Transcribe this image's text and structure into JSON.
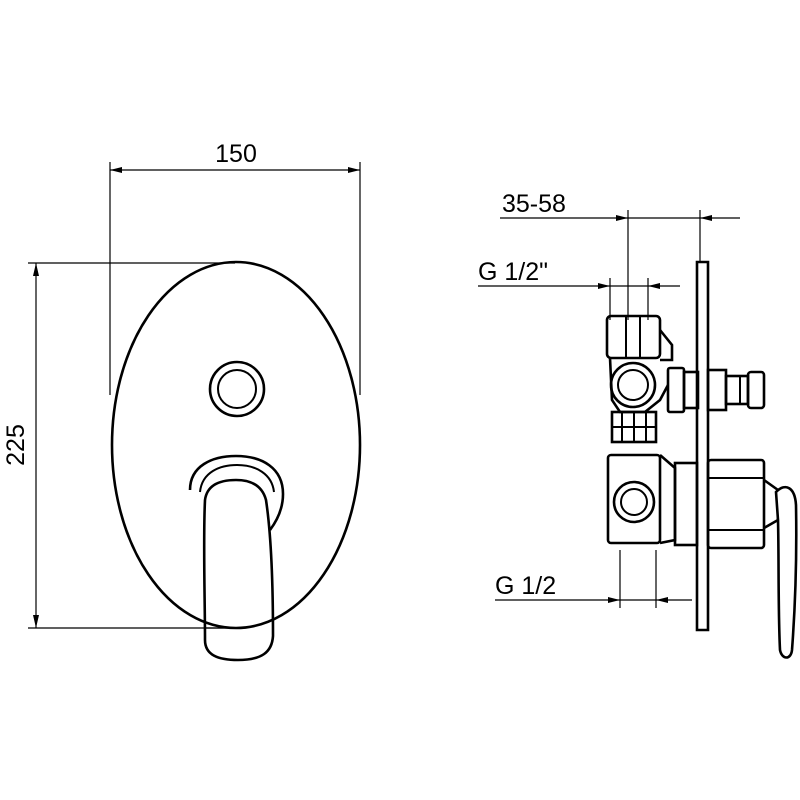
{
  "dimensions": {
    "width_label": "150",
    "height_label": "225",
    "depth_label": "35-58",
    "inlet_top_label": "G 1/2\"",
    "inlet_bottom_label": "G 1/2"
  },
  "colors": {
    "line": "#000000",
    "background": "#ffffff"
  },
  "views": {
    "front": "front-view",
    "side": "side-view"
  }
}
